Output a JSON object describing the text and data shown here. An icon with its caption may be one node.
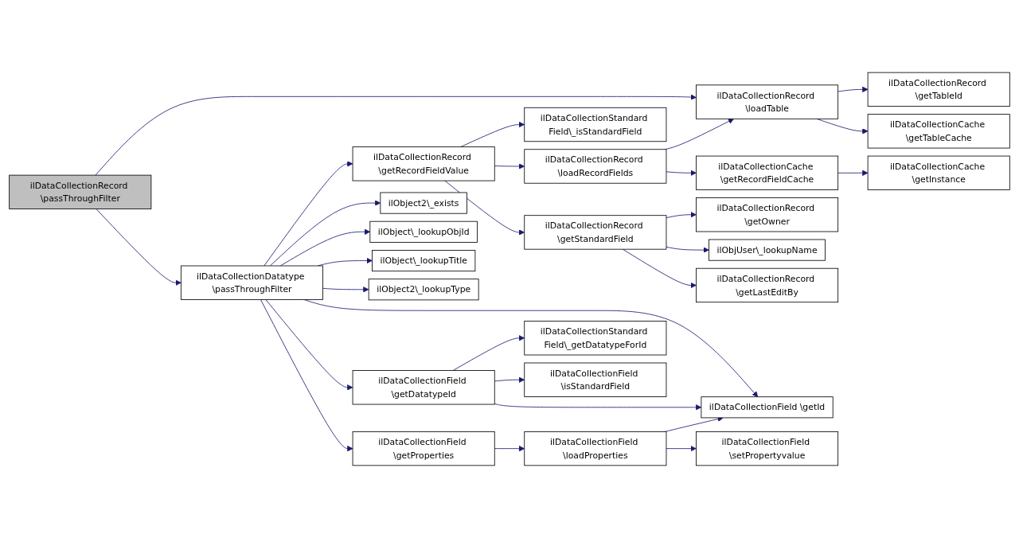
{
  "diagram": {
    "nodes": [
      {
        "text": [
          "ilDataCollectionRecord \\passThroughFilter"
        ]
      },
      {
        "text": [
          "ilDataCollectionDatatype \\passThroughFilter"
        ]
      },
      {
        "text": [
          "ilDataCollectionRecord \\getRecordFieldValue"
        ]
      },
      {
        "text": [
          "ilObject2\\_exists"
        ]
      },
      {
        "text": [
          "ilObject\\_lookupObjId"
        ]
      },
      {
        "text": [
          "ilObject\\_lookupTitle"
        ]
      },
      {
        "text": [
          "ilObject2\\_lookupType"
        ]
      },
      {
        "text": [
          "ilDataCollectionField \\getDatatypeId"
        ]
      },
      {
        "text": [
          "ilDataCollectionField \\getProperties"
        ]
      },
      {
        "text": [
          "ilDataCollectionStandard Field\\_isStandardField"
        ]
      },
      {
        "text": [
          "ilDataCollectionRecord \\loadRecordFields"
        ]
      },
      {
        "text": [
          "ilDataCollectionRecord \\getStandardField"
        ]
      },
      {
        "text": [
          "ilDataCollectionStandard Field\\_getDatatypeForId"
        ]
      },
      {
        "text": [
          "ilDataCollectionField \\isStandardField"
        ]
      },
      {
        "text": [
          "ilDataCollectionField \\loadProperties"
        ]
      },
      {
        "text": [
          "ilDataCollectionRecord \\loadTable"
        ]
      },
      {
        "text": [
          "ilDataCollectionCache \\getRecordFieldCache"
        ]
      },
      {
        "text": [
          "ilDataCollectionRecord \\getOwner"
        ]
      },
      {
        "text": [
          "ilObjUser\\_lookupName"
        ]
      },
      {
        "text": [
          "ilDataCollectionRecord \\getLastEditBy"
        ]
      },
      {
        "text": [
          "ilDataCollectionField \\getId"
        ]
      },
      {
        "text": [
          "ilDataCollectionField \\setPropertyvalue"
        ]
      },
      {
        "text": [
          "ilDataCollectionRecord \\getTableId"
        ]
      },
      {
        "text": [
          "ilDataCollectionCache \\getTableCache"
        ]
      },
      {
        "text": [
          "ilDataCollectionCache \\getInstance"
        ]
      }
    ],
    "edges": [
      {
        "from": 0,
        "to": 15,
        "arrow": "to"
      },
      {
        "from": 0,
        "to": 1,
        "arrow": "to"
      },
      {
        "from": 1,
        "to": 2,
        "arrow": "to"
      },
      {
        "from": 1,
        "to": 3,
        "arrow": "to"
      },
      {
        "from": 1,
        "to": 4,
        "arrow": "to"
      },
      {
        "from": 1,
        "to": 5,
        "arrow": "to"
      },
      {
        "from": 1,
        "to": 6,
        "arrow": "to"
      },
      {
        "from": 1,
        "to": 20,
        "arrow": "to"
      },
      {
        "from": 1,
        "to": 7,
        "arrow": "to"
      },
      {
        "from": 1,
        "to": 8,
        "arrow": "to"
      },
      {
        "from": 2,
        "to": 9,
        "arrow": "to"
      },
      {
        "from": 2,
        "to": 10,
        "arrow": "to"
      },
      {
        "from": 2,
        "to": 11,
        "arrow": "to"
      },
      {
        "from": 10,
        "to": 15,
        "arrow": "to"
      },
      {
        "from": 10,
        "to": 16,
        "arrow": "to"
      },
      {
        "from": 11,
        "to": 17,
        "arrow": "to"
      },
      {
        "from": 11,
        "to": 18,
        "arrow": "to"
      },
      {
        "from": 11,
        "to": 19,
        "arrow": "to"
      },
      {
        "from": 15,
        "to": 22,
        "arrow": "to"
      },
      {
        "from": 15,
        "to": 23,
        "arrow": "to"
      },
      {
        "from": 16,
        "to": 24,
        "arrow": "to"
      },
      {
        "from": 7,
        "to": 12,
        "arrow": "to"
      },
      {
        "from": 7,
        "to": 13,
        "arrow": "to"
      },
      {
        "from": 7,
        "to": 20,
        "arrow": "to"
      },
      {
        "from": 8,
        "to": 14,
        "arrow": "to"
      },
      {
        "from": 14,
        "to": 20,
        "arrow": "to"
      },
      {
        "from": 14,
        "to": 21,
        "arrow": "to"
      }
    ]
  }
}
